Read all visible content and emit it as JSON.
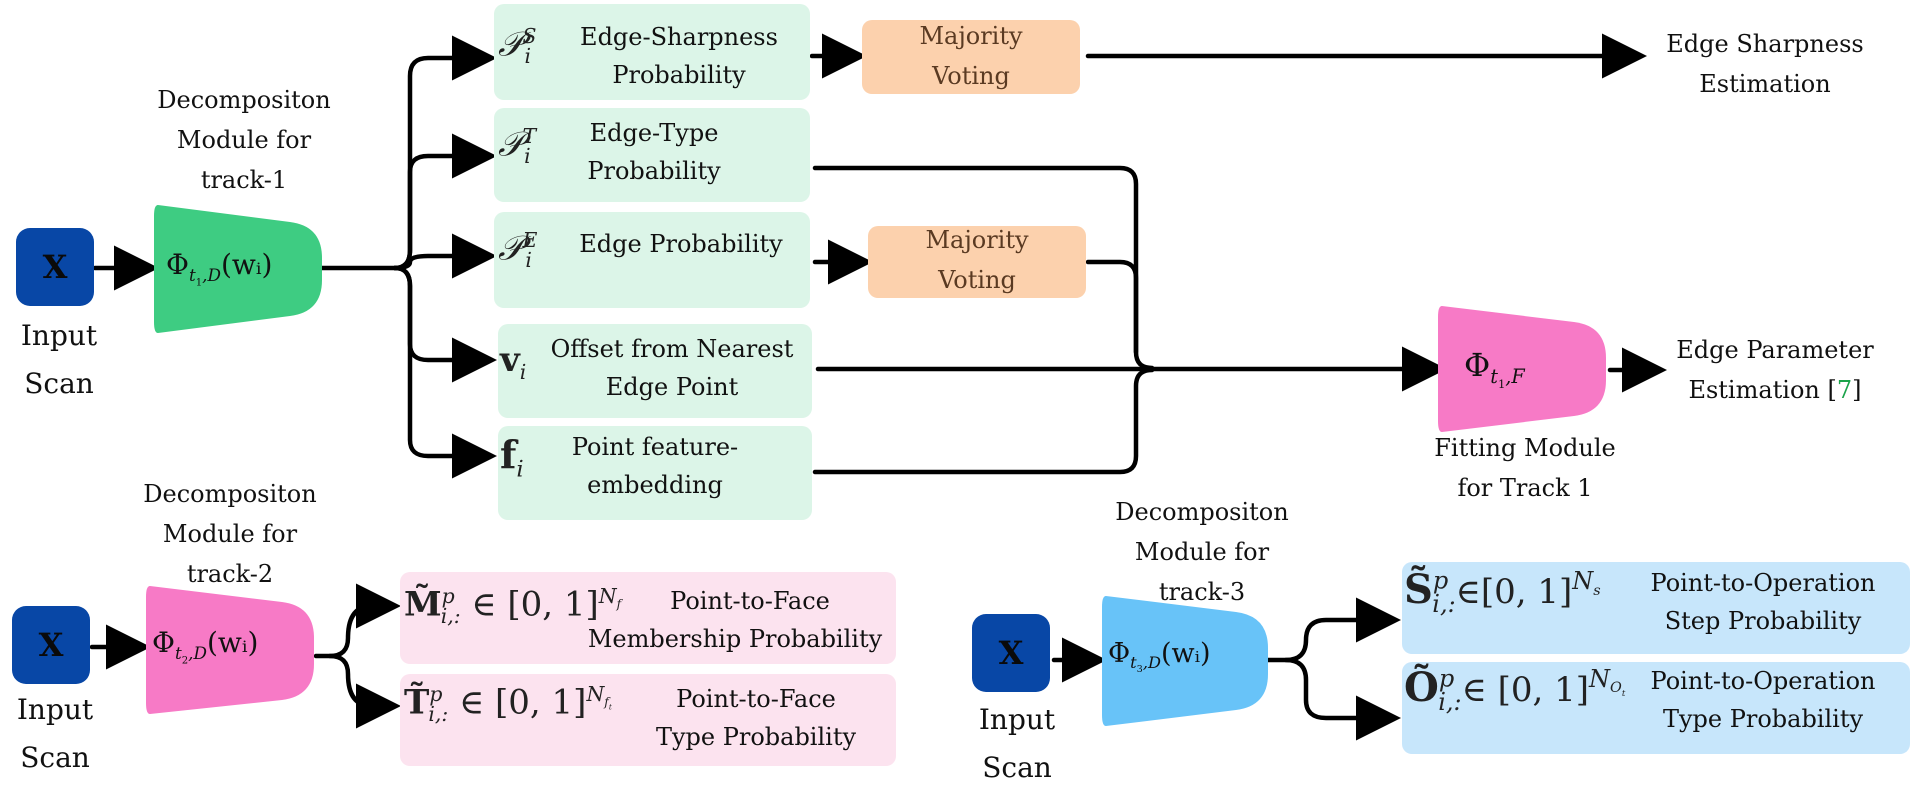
{
  "inputs": {
    "x_symbol": "X",
    "label_line1": "Input",
    "label_line2": "Scan"
  },
  "track1": {
    "module_title": [
      "Decompositon",
      "Module  for",
      "track-1"
    ],
    "module_symbol": "Φ",
    "module_sub": "t",
    "module_sub2": "1",
    "module_sub3": ",D",
    "module_arg": "(wᵢ)",
    "outputs": [
      {
        "symbol": "𝒫",
        "sup": "S",
        "sub": "i",
        "text": [
          "Edge-Sharpness",
          "Probability"
        ]
      },
      {
        "symbol": "𝒫",
        "sup": "T",
        "sub": "i",
        "text": [
          "Edge-Type",
          "Probability"
        ]
      },
      {
        "symbol": "𝒫",
        "sup": "E",
        "sub": "i",
        "text": [
          "Edge Probability"
        ]
      },
      {
        "symbol": "v",
        "sup": "",
        "sub": "i",
        "text": [
          "Offset from Nearest",
          "Edge Point"
        ]
      },
      {
        "symbol": "f",
        "sup": "",
        "sub": "i",
        "text": [
          "Point feature-",
          "embedding"
        ]
      }
    ],
    "voting_1": [
      "Majority",
      "Voting"
    ],
    "voting_2": [
      "Majority",
      "Voting"
    ],
    "sharpness_result": [
      "Edge Sharpness",
      "Estimation"
    ],
    "fitting_symbol": "Φ",
    "fitting_sub": "t",
    "fitting_sub2": "1",
    "fitting_sub3": ",F",
    "fitting_label": [
      "Fitting Module",
      "for Track 1"
    ],
    "param_result_line1": "Edge Parameter",
    "param_result_line2": "Estimation [",
    "param_cite": "7",
    "param_close": "]"
  },
  "track2": {
    "module_title": [
      "Decompositon",
      "Module  for",
      "track-2"
    ],
    "module_sub2": "2",
    "outputs": [
      {
        "math": "M̃",
        "sup": "p",
        "sub": "i,:",
        "range": "∈ [0, 1]",
        "exp": "N",
        "exp_sub": "f",
        "text": [
          "Point-to-Face",
          "Membership Probability"
        ]
      },
      {
        "math": "T̃",
        "sup": "p",
        "sub": "i,:",
        "range": "∈ [0, 1]",
        "exp": "N",
        "exp_sub": "f",
        "exp_sub2": "t",
        "text": [
          "Point-to-Face",
          "Type Probability"
        ]
      }
    ]
  },
  "track3": {
    "module_title": [
      "Decompositon",
      "Module  for",
      "track-3"
    ],
    "module_sub2": "3",
    "outputs": [
      {
        "math": "S̃",
        "sup": "p",
        "sub": "i,:",
        "range": "∈[0, 1]",
        "exp": "N",
        "exp_sub": "s",
        "text": [
          "Point-to-Operation",
          "Step Probability"
        ]
      },
      {
        "math": "Õ",
        "sup": "p",
        "sub": "i,:",
        "range": "∈ [0, 1]",
        "exp": "N",
        "exp_sub": "O",
        "exp_sub2": "t",
        "text": [
          "Point-to-Operation",
          "Type Probability"
        ]
      }
    ]
  },
  "colors": {
    "green_box": "#dcf5e8",
    "orange_box": "#fcd1ad",
    "pink_box": "#fce3ef",
    "blue_box": "#c7e6fb",
    "x_box": "#0847a6",
    "module1": "#3ecc82",
    "module2": "#f77ac6",
    "module3": "#68c3f8",
    "fitting": "#f77ac6"
  }
}
